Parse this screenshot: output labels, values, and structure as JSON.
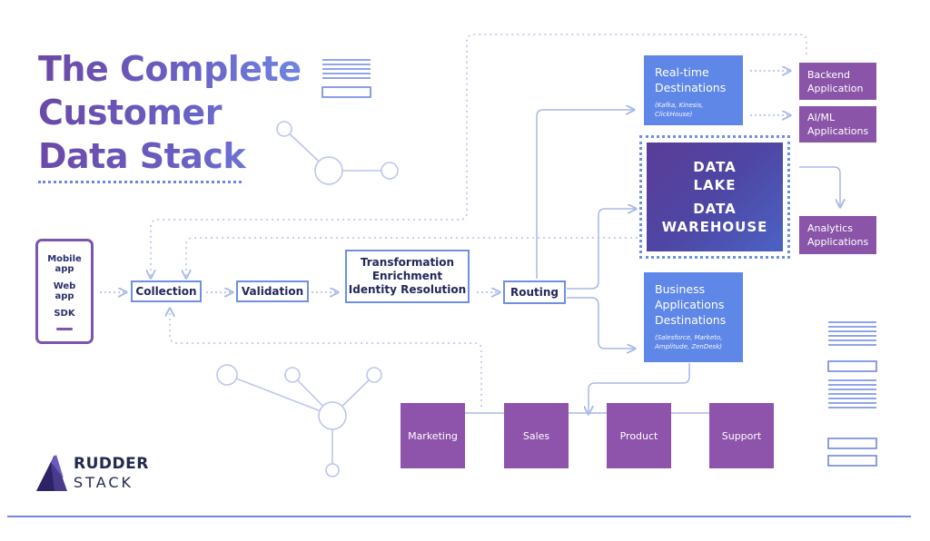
{
  "title": {
    "line1": "The Complete",
    "line2": "Customer",
    "line3": "Data Stack"
  },
  "sources": {
    "mobile_line1": "Mobile",
    "mobile_line2": "app",
    "web_line1": "Web",
    "web_line2": "app",
    "sdk": "SDK"
  },
  "pipeline": {
    "collection": "Collection",
    "validation": "Validation",
    "transformation_line1": "Transformation",
    "transformation_line2": "Enrichment",
    "transformation_line3": "Identity Resolution",
    "routing": "Routing"
  },
  "destinations": {
    "realtime_line1": "Real-time",
    "realtime_line2": "Destinations",
    "realtime_sub_line1": "(Kafka, Kinesis,",
    "realtime_sub_line2": "ClickHouse)",
    "business_line1": "Business",
    "business_line2": "Applications",
    "business_line3": "Destinations",
    "business_sub_line1": "(Salesforce, Marketo,",
    "business_sub_line2": "Amplitude, ZenDesk)"
  },
  "storage": {
    "line1": "DATA",
    "line2": "LAKE",
    "line3": "DATA",
    "line4": "WAREHOUSE"
  },
  "applications": {
    "backend_line1": "Backend",
    "backend_line2": "Application",
    "aiml_line1": "AI/ML",
    "aiml_line2": "Applications",
    "analytics_line1": "Analytics",
    "analytics_line2": "Applications"
  },
  "teams": [
    "Marketing",
    "Sales",
    "Product",
    "Support"
  ],
  "logo": {
    "line1": "RUDDER",
    "line2": "STACK"
  },
  "colors": {
    "purple": "#8a55a8",
    "blue": "#5f87e8",
    "outline": "#6f8fe0",
    "connector": "#b9c4ee",
    "dark_text": "#23285c"
  }
}
